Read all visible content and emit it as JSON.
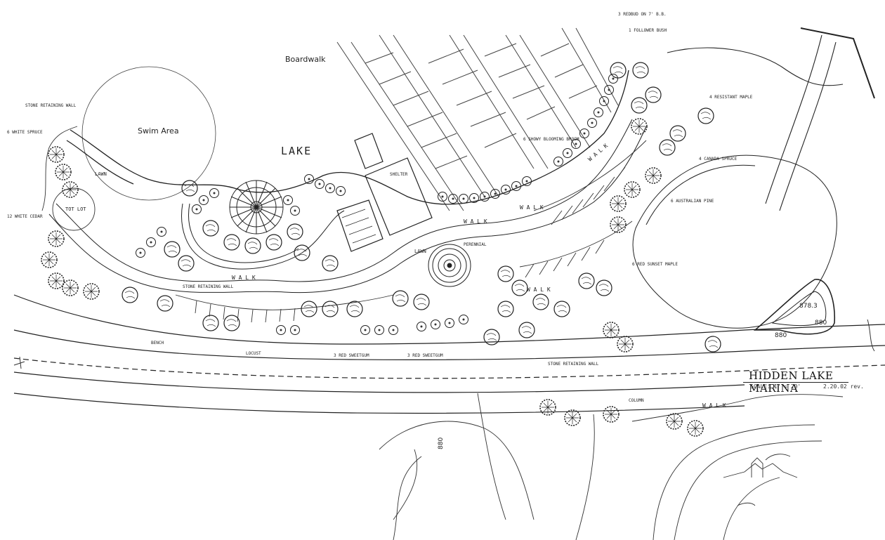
{
  "plan": {
    "labels": {
      "boardwalk": "Boardwalk",
      "swim_area": "Swim Area",
      "lake": "LAKE",
      "walk_1": "W A L K",
      "walk_2": "W A L K",
      "walk_3": "W A L K",
      "walk_4": "W A L K",
      "walk_5": "W A L K",
      "walk_6": "W A L K",
      "lawn_1": "LAWN",
      "lawn_2": "LAWN",
      "tot_lot": "TOT LOT",
      "contour_880": "880",
      "contour_880b": "880",
      "spot_878": "878.3",
      "spot_880": "880"
    },
    "notes": [
      "3 REDBUD ON 7' B.B.",
      "1 FOLLOWER BUSH",
      "4 RESISTANT MAPLE",
      "4 CANADA SPRUCE",
      "6 AUSTRALIAN PINE",
      "6 RED SUNSET MAPLE",
      "6 SHOWY BLOOMING BROOM",
      "STONE RETAINING WALL",
      "6 WHITE SPRUCE",
      "12 WHITE CEDAR",
      "STONE RETAINING WALL",
      "3 RED SWEETGUM",
      "3 RED SWEETGUM",
      "STONE RETAINING WALL",
      "SHELTER",
      "COLUMN",
      "PERENNIAL",
      "LOCUST",
      "BENCH"
    ],
    "title_block": {
      "title": "HIDDEN LAKE MARINA",
      "scale": "SCALE: 1\" = 20'",
      "date": "2.20.02 rev."
    }
  }
}
